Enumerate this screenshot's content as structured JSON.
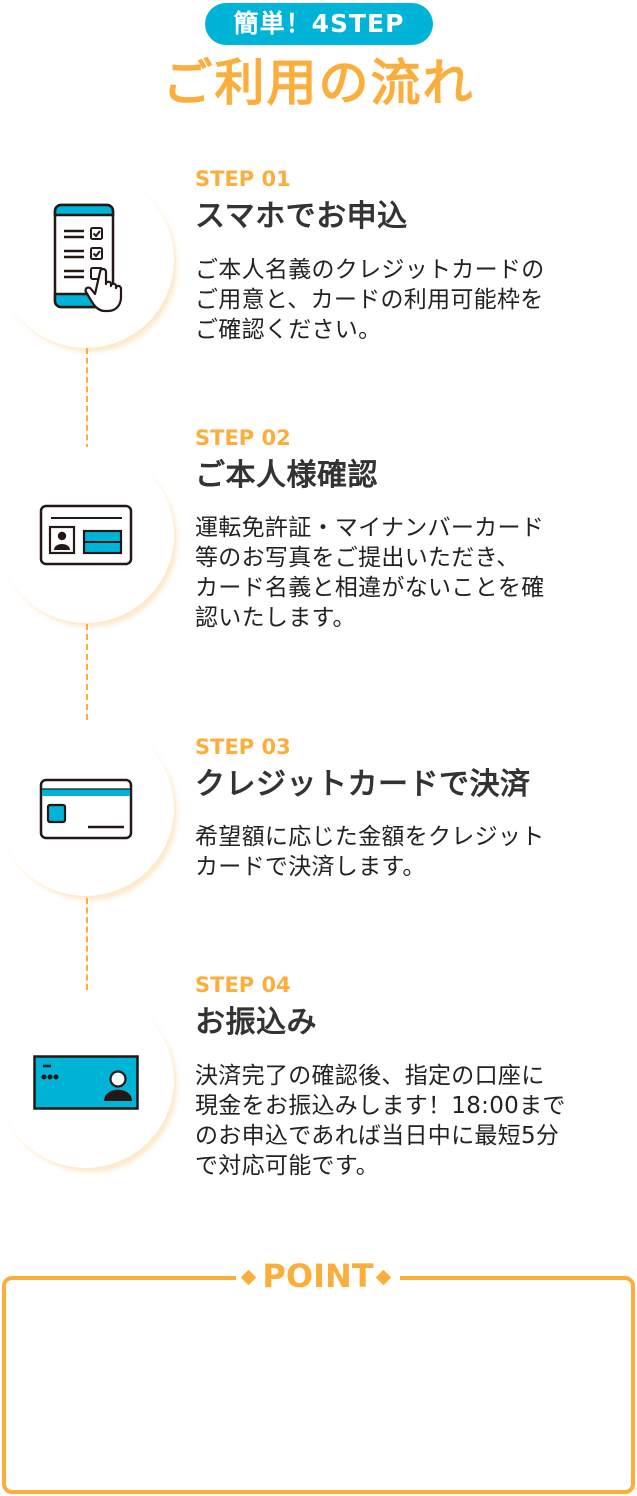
{
  "header": {
    "badge": "簡単！4STEP",
    "title": "ご利用の流れ"
  },
  "colors": {
    "accent_orange": "#fbae3c",
    "accent_cyan": "#00b4d8",
    "text_dark": "#333333"
  },
  "steps": [
    {
      "label": "STEP 01",
      "title": "スマホでお申込",
      "description": "ご本人名義のクレジットカードの\nご用意と、カードの利用可能枠を\nご確認ください。",
      "icon": "smartphone-checklist-icon"
    },
    {
      "label": "STEP 02",
      "title": "ご本人様確認",
      "description": "運転免許証・マイナンバーカード\n等のお写真をご提出いただき、\nカード名義と相違がないことを確\n認いたします。",
      "icon": "id-card-icon"
    },
    {
      "label": "STEP 03",
      "title": "クレジットカードで決済",
      "description": "希望額に応じた金額をクレジット\nカードで決済します。",
      "icon": "credit-card-icon"
    },
    {
      "label": "STEP 04",
      "title": "お振込み",
      "description": "決済完了の確認後、指定の口座に\n現金をお振込みします！18:00まで\nのお申込であれば当日中に最短5分\nで対応可能です。",
      "icon": "bank-card-icon"
    }
  ],
  "point": {
    "title": "POINT"
  }
}
